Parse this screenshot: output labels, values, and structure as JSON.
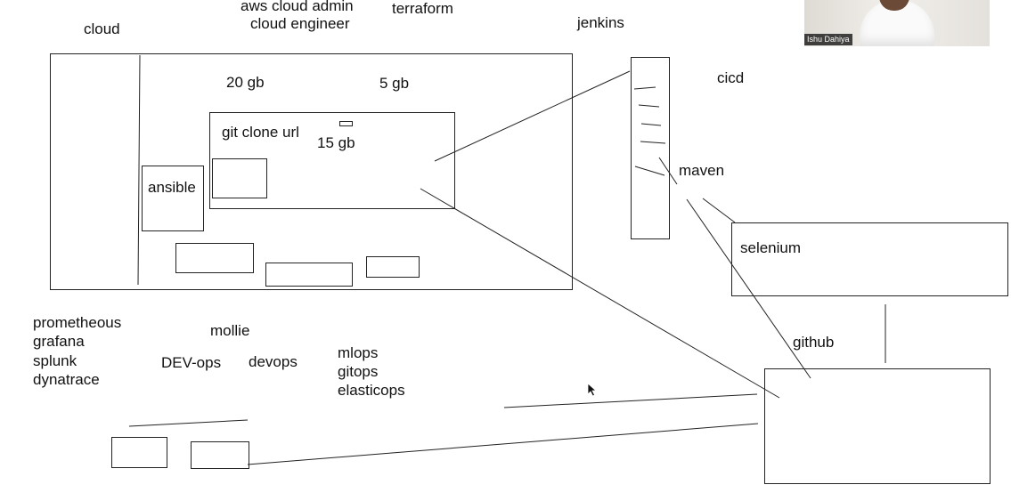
{
  "labels": {
    "cloud": "cloud",
    "aws_cloud_admin": "aws cloud admin",
    "cloud_engineer": "cloud engineer",
    "terraform": "terraform",
    "jenkins": "jenkins",
    "cicd": "cicd",
    "size_20gb": "20 gb",
    "size_5gb": "5 gb",
    "git_clone_url": "git clone url",
    "size_15gb": "15 gb",
    "ansible": "ansible",
    "maven": "maven",
    "selenium": "selenium",
    "github": "github",
    "monitoring_tools": [
      "prometheous",
      "grafana",
      "splunk",
      "dynatrace"
    ],
    "mollie": "mollie",
    "dev_ops": "DEV-ops",
    "devops": "devops",
    "ops_variants": [
      "mlops",
      "gitops",
      "elasticops"
    ]
  },
  "presenter": {
    "name": "Ishu Dahiya"
  },
  "colors": {
    "background": "#ffffff",
    "ink": "#222222"
  }
}
